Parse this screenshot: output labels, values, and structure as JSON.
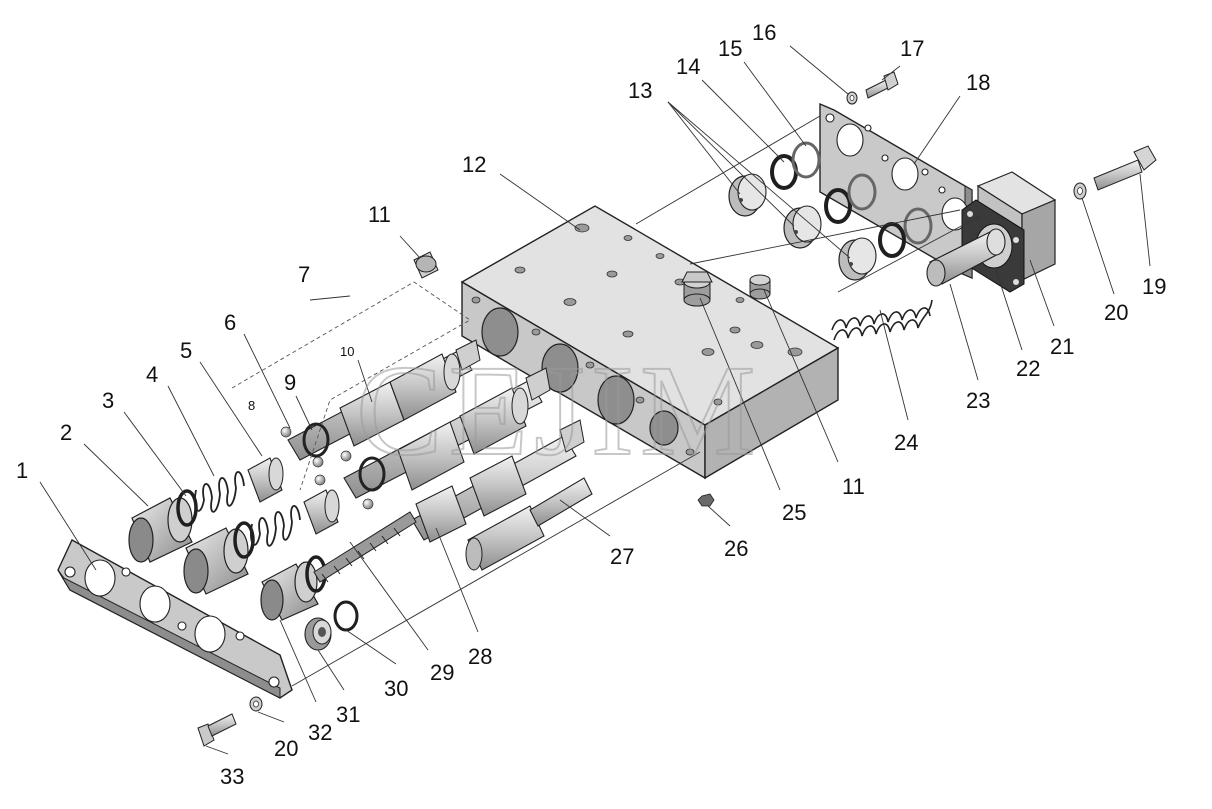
{
  "watermark": "CEJIM",
  "callouts": {
    "c1": "1",
    "c2": "2",
    "c3": "3",
    "c4": "4",
    "c5": "5",
    "c6": "6",
    "c7": "7",
    "c8": "8",
    "c9": "9",
    "c10": "10",
    "c11a": "11",
    "c11b": "11",
    "c12": "12",
    "c13": "13",
    "c14": "14",
    "c15": "15",
    "c16": "16",
    "c17": "17",
    "c18": "18",
    "c19": "19",
    "c20a": "20",
    "c20b": "20",
    "c21": "21",
    "c22": "22",
    "c23": "23",
    "c24": "24",
    "c25": "25",
    "c26": "26",
    "c27": "27",
    "c28": "28",
    "c29": "29",
    "c30": "30",
    "c31": "31",
    "c32": "32",
    "c33": "33"
  },
  "colors": {
    "body": "#d6d6d6",
    "body_top": "#e4e4e4",
    "body_side": "#bdbdbd",
    "metal_light": "#e8e8e8",
    "metal_dark": "#9c9c9c",
    "rubber": "#2a2a2a"
  }
}
